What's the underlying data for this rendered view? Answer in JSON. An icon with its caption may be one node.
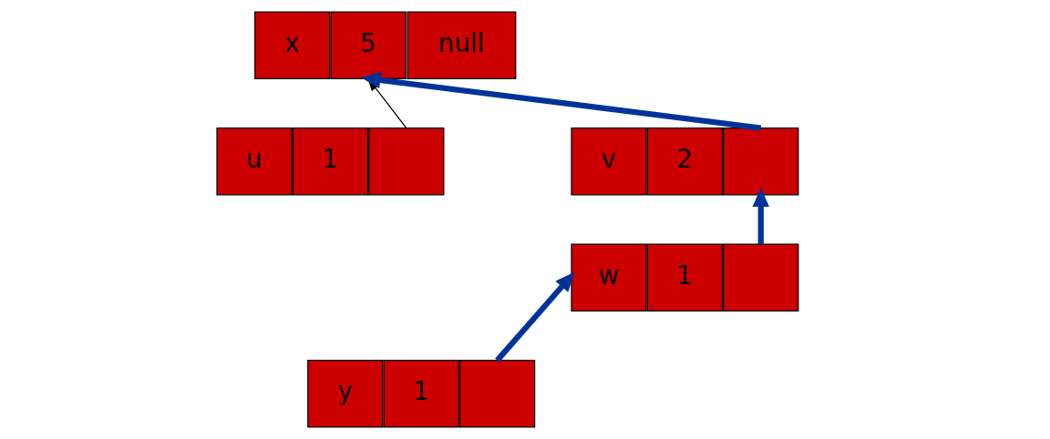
{
  "diagram": {
    "nodes": [
      {
        "text": [
          "x"
        ]
      },
      {
        "text": [
          "5"
        ]
      },
      {
        "text": [
          "null"
        ]
      },
      {
        "text": [
          "u"
        ]
      },
      {
        "text": [
          "1"
        ]
      },
      {
        "text": [],
        "shape": "box"
      },
      {
        "text": [
          "v"
        ]
      },
      {
        "text": [
          "2"
        ]
      },
      {
        "text": [],
        "shape": "box"
      },
      {
        "text": [
          "w"
        ]
      },
      {
        "text": [
          "1"
        ]
      },
      {
        "text": [],
        "shape": "box"
      },
      {
        "text": [
          "y"
        ]
      },
      {
        "text": [
          "1"
        ]
      },
      {
        "text": [],
        "shape": "box"
      }
    ],
    "edges": [
      {
        "from": 5,
        "to": 1,
        "arrow": "to",
        "color": "#000000"
      },
      {
        "from": 8,
        "to": 1,
        "arrow": "to"
      },
      {
        "from": 11,
        "to": 8,
        "arrow": "to"
      },
      {
        "from": 14,
        "to": 9,
        "arrow": "to"
      }
    ]
  }
}
